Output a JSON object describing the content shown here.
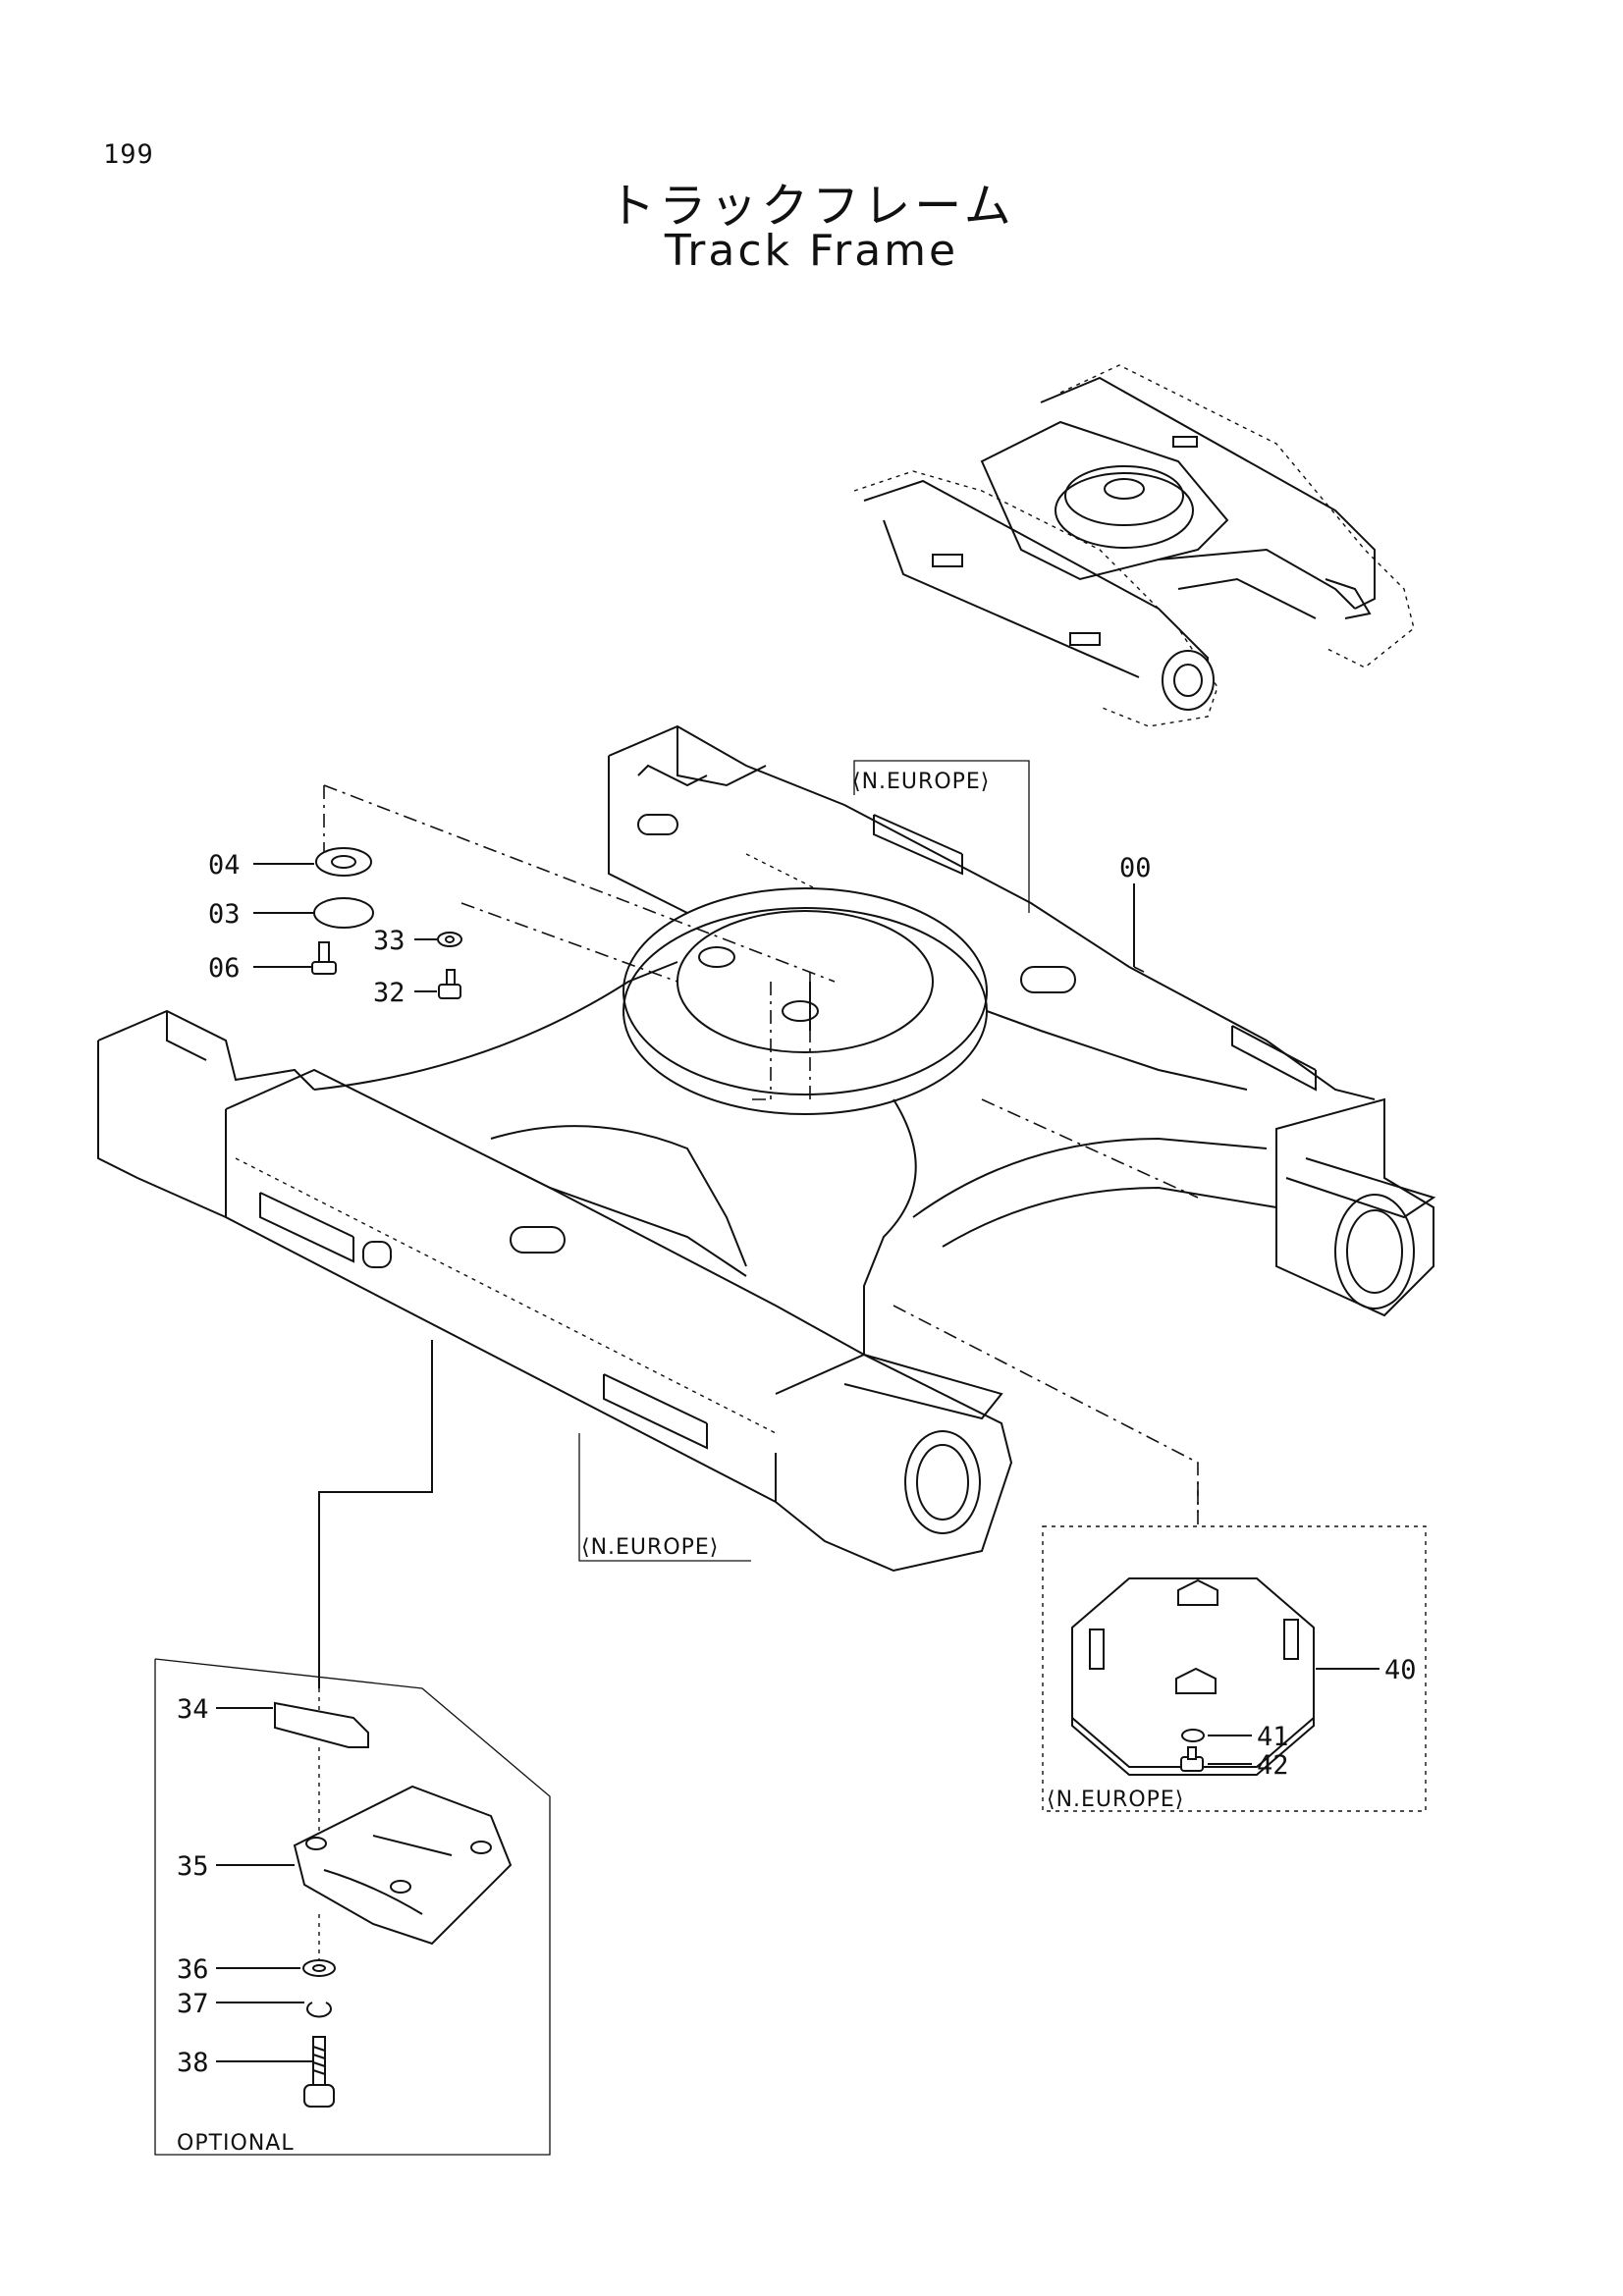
{
  "page": {
    "number": "199"
  },
  "title": {
    "japanese": "トラックフレーム",
    "english": "Track Frame"
  },
  "callouts": [
    {
      "id": "callout-04",
      "label": "04"
    },
    {
      "id": "callout-03",
      "label": "03"
    },
    {
      "id": "callout-06",
      "label": "06"
    },
    {
      "id": "callout-33",
      "label": "33"
    },
    {
      "id": "callout-32",
      "label": "32"
    },
    {
      "id": "callout-00",
      "label": "00"
    },
    {
      "id": "callout-34",
      "label": "34"
    },
    {
      "id": "callout-35",
      "label": "35"
    },
    {
      "id": "callout-36",
      "label": "36"
    },
    {
      "id": "callout-37",
      "label": "37"
    },
    {
      "id": "callout-38",
      "label": "38"
    },
    {
      "id": "callout-40",
      "label": "40"
    },
    {
      "id": "callout-41",
      "label": "41"
    },
    {
      "id": "callout-42",
      "label": "42"
    }
  ],
  "region_labels": {
    "n_europe_top": "⟨N.EUROPE⟩",
    "n_europe_bottom": "⟨N.EUROPE⟩",
    "n_europe_right": "⟨N.EUROPE⟩",
    "optional": "OPTIONAL"
  }
}
